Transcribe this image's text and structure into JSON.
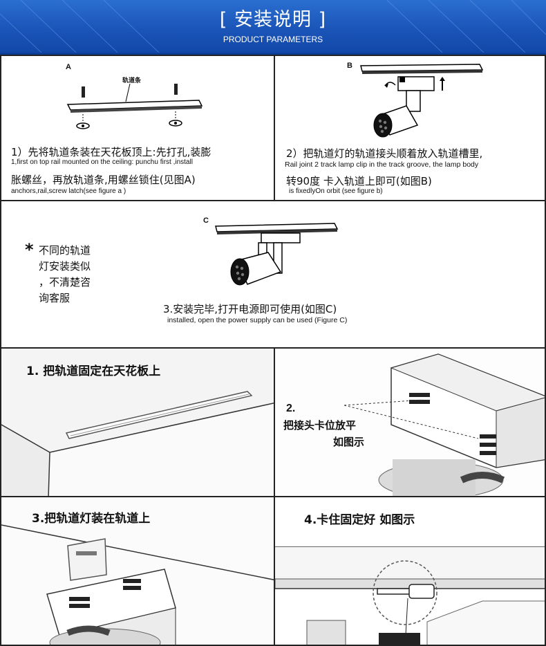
{
  "banner": {
    "title": "[ 安装说明 ]",
    "subtitle": "PRODUCT PARAMETERS"
  },
  "panelA": {
    "letter": "A",
    "rail_label": "轨道条",
    "step_zh_1": "1）先将轨道条装在天花板顶上:先打孔,装膨",
    "step_en_1": "1,first on top rail mounted on the ceiling: punchu first ,install",
    "step_zh_2": "胀螺丝，再放轨道条,用螺丝锁住(见图A)",
    "step_en_2": "anchors,rail,screw latch(see figure a )"
  },
  "panelB": {
    "letter": "B",
    "step_zh_1": "2）把轨道灯的轨道接头顺着放入轨道槽里,",
    "step_en_1": "Rail joint 2 track lamp clip in the track groove, the lamp body",
    "step_zh_2": "转90度 卡入轨道上即可(如图B)",
    "step_en_2": "is fixedlyOn orbit (see figure b)"
  },
  "panelC": {
    "letter": "C",
    "note_star": "*",
    "note_lines": [
      "不同的轨道",
      "灯安装类似",
      "，不清楚咨",
      "询客服"
    ],
    "step_zh": "3.安装完毕,打开电源即可使用(如图C)",
    "step_en": "installed, open the power supply can be used (Figure C)"
  },
  "photos": {
    "p1": "1. 把轨道固定在天花板上",
    "p2_num": "2.",
    "p2_line1": "把接头卡位放平",
    "p2_line2": "如图示",
    "p3": "3.把轨道灯装在轨道上",
    "p4": "4.卡住固定好  如图示"
  }
}
